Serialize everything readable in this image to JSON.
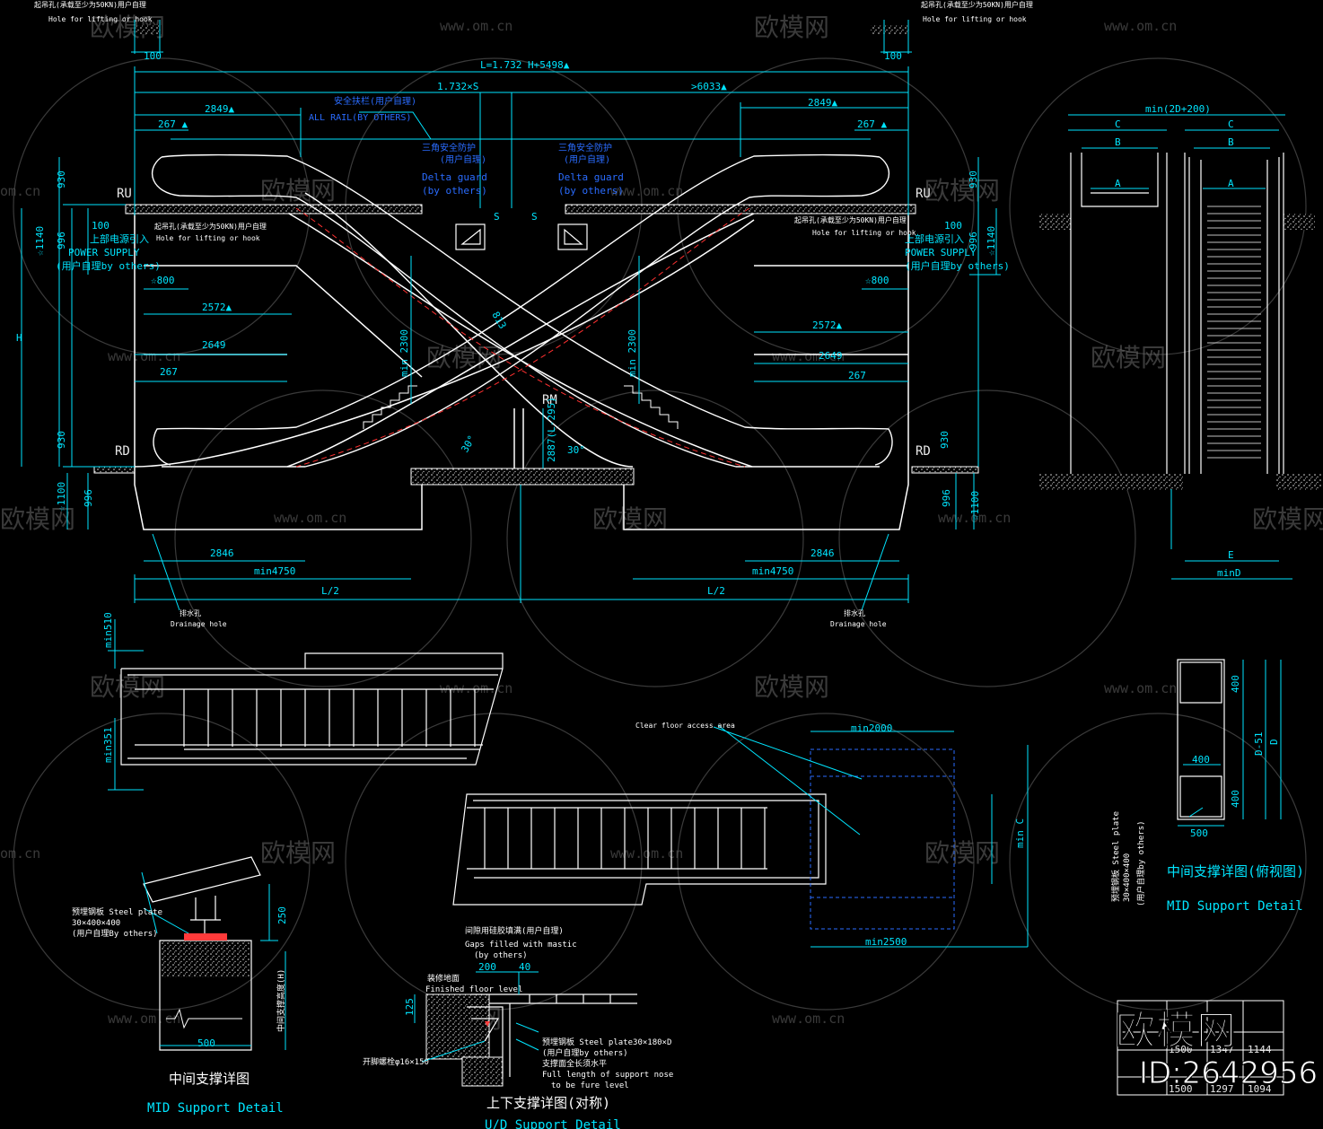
{
  "watermark": {
    "text": "欧模网",
    "url": "www.om.cn",
    "url_short": "om.cn"
  },
  "brand": {
    "name": "欧模网",
    "id": "ID:2642956"
  },
  "main_elevation": {
    "total_length": "L=1.732 H+5498▲",
    "length_formula": "1.732×S",
    "span": ">6033▲",
    "handrail": "安全扶栏(用户自理)",
    "handrail_en": "ALL RAIL(BY OTHERS)",
    "delta_guard_cn": "三角安全防护",
    "delta_guard_cn2": "(用户自理)",
    "delta_guard_en": "Delta guard",
    "delta_guard_en2": "(by others)",
    "ru": "RU",
    "rd": "RD",
    "rm": "RM",
    "s": "S",
    "h": "H",
    "hole_cn": "起吊孔(承载至少为50KN)用户自理",
    "hole_en": "Hole for lifting or hook",
    "power_cn": "上部电源引入",
    "power_en": "POWER SUPPLY",
    "power_by": "(用户自理by others)",
    "drain_cn": "排水孔",
    "drain_en": "Drainage hole",
    "dims": {
      "d100": "100",
      "d2849": "2849▲",
      "d267a": "267 ▲",
      "d930": "930",
      "d1140": "☆1140",
      "d996": "996",
      "d800": "☆800",
      "d2572": "2572▲",
      "d2649": "2649",
      "d267": "267",
      "d1100": "☆1100",
      "d2846": "2846",
      "dmin4750": "min4750",
      "dhalf": "L/2",
      "dmin2300": "min 2300",
      "d2887": "2887(L-295)",
      "d30": "30°",
      "d813": "813",
      "d100b": "100"
    }
  },
  "side_view": {
    "top": "min(2D+200)",
    "c": "C",
    "b": "B",
    "a": "A",
    "e": "E",
    "mind": "minD"
  },
  "plan_left": {
    "min510": "min510",
    "min351": "min351"
  },
  "plan_right": {
    "access": "Clear floor access area",
    "min2000": "min2000",
    "min2500": "min2500",
    "minc": "min C"
  },
  "mid_support_top": {
    "d400a": "400",
    "d400b": "400",
    "d400c": "400",
    "d500": "500",
    "d51": "D-51",
    "dD": "D",
    "plate_cn": "预埋钢板 Steel plate",
    "plate_size": "30×400×400",
    "plate_by": "(用户自理by others)",
    "title_cn": "中间支撑详图(俯视图)",
    "title_en": "MID Support Detail"
  },
  "mid_support": {
    "plate_cn": "预埋钢板 Steel plate",
    "plate_size": "30×400×400",
    "plate_by": "(用户自理By others)",
    "d250": "250",
    "d500": "500",
    "height": "中间支撑高度(H)",
    "title_cn": "中间支撑详图",
    "title_en": "MID Support Detail"
  },
  "ud_support": {
    "gaps_cn": "间隙用硅胶填满(用户自理)",
    "gaps_en": "Gaps filled with mastic",
    "gaps_by": "(by others)",
    "d200": "200",
    "d40": "40",
    "floor_cn": "装修地面",
    "floor_en": "Finished floor level",
    "d125": "125",
    "bolt": "开脚螺栓φ16×150",
    "plate_cn": "预埋钢板 Steel plate30×180×D",
    "plate_by": "(用户自理by others)",
    "nose_cn": "支撑面全长须水平",
    "nose_en": "Full length of support nose",
    "nose_en2": "to be fure level",
    "title_cn": "上下支撑详图(对称)",
    "title_en": "U/D Support Detail"
  },
  "table": {
    "r1": [
      "1500",
      "1347",
      "1144"
    ],
    "r2": [
      "1500",
      "1297",
      "1094"
    ]
  }
}
